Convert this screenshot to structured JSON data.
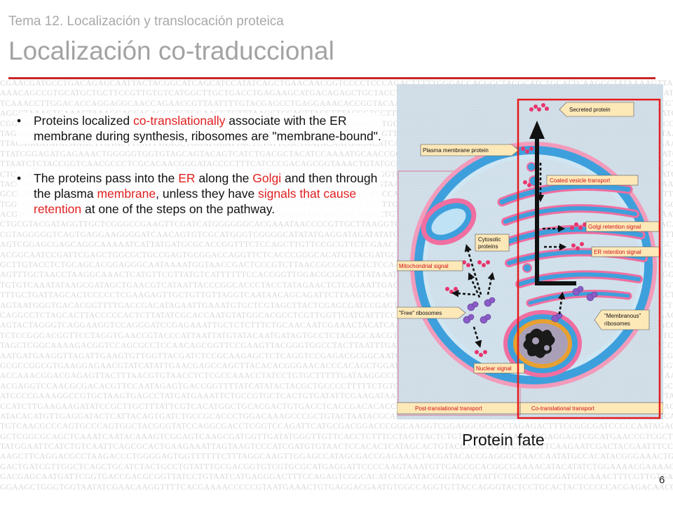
{
  "header": {
    "subtitle": "Tema 12. Localización y translocación proteica",
    "title": "Localización co-traduccional"
  },
  "bullets": [
    {
      "marker": "•",
      "parts": [
        "Proteins localized ",
        "co-translationally",
        " associate with the ER membrane during synthesis, ribosomes are \"membrane-bound\"."
      ]
    },
    {
      "marker": "•",
      "parts": [
        "The proteins pass into the ",
        "ER",
        " along the ",
        "Golgi",
        " and then through the plasma ",
        "membrane",
        ", unless they have ",
        "signals that cause retention",
        " at one of the steps on the pathway."
      ]
    }
  ],
  "figure": {
    "caption": "Protein fate",
    "labels": {
      "secreted": "Secreted protein",
      "plasma_membrane": "Plasma membrane protein",
      "coated_vesicle": "Coated vesicle transport",
      "golgi_retention": "Golgi retention signal",
      "er_retention": "ER retention signal",
      "cytosolic_1": "Cytosolic",
      "cytosolic_2": "proteins",
      "mitochondrial": "Mitochondrial signal",
      "free_ribosomes": "\"Free\" ribosomes",
      "membranous_1": "\"Membranous\"",
      "membranous_2": "ribosomes",
      "nuclear": "Nuclear signal",
      "post_translational": "Post-translational transport",
      "co_translational": "Co-translational transport"
    }
  },
  "footer": {
    "page_number": "6"
  },
  "colors": {
    "accent_red": "#e02020",
    "rule": "#c62828",
    "cell_blue": "#3da0dc",
    "membrane_pink": "#f06ea0",
    "panel_bg": "#d6e2ea"
  }
}
